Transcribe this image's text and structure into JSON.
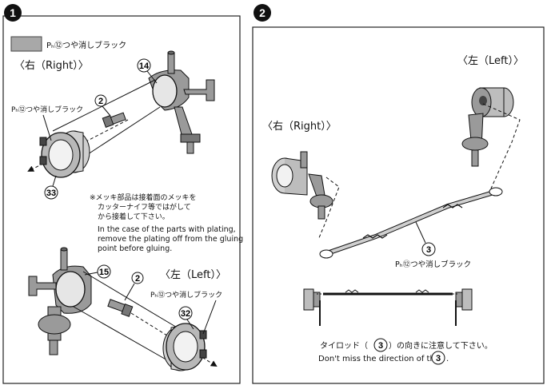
{
  "steps": [
    {
      "number": "1",
      "paint_legend": "Pₕ⑫つや消しブラック",
      "right_label": "〈右（Right）〉",
      "left_label": "〈左（Left）〉",
      "paint_note_right": "Pₕ⑫つや消しブラック",
      "paint_note_left": "Pₕ⑫つや消しブラック",
      "parts": {
        "arm_right": "14",
        "arm_left": "15",
        "bolt": "2",
        "wheel_right": "33",
        "wheel_left": "32"
      },
      "note_jp_1": "※メッキ部品は接着面のメッキを",
      "note_jp_2": "カッターナイフ等ではがして",
      "note_jp_3": "から接着して下さい。",
      "note_en_1": "In the case of the parts with plating,",
      "note_en_2": "remove the plating off from the gluing",
      "note_en_3": "point before gluing."
    },
    {
      "number": "2",
      "right_label": "〈右（Right）〉",
      "left_label": "〈左（Left）〉",
      "parts": {
        "tie_rod": "3"
      },
      "paint_note": "Pₕ⑫つや消しブラック",
      "direction_jp_a": "タイロッド（",
      "direction_jp_b": "）の向きに注意して下さい。",
      "direction_en": "Don't miss the direction of the",
      "direction_en_end": "."
    }
  ],
  "colors": {
    "paint_swatch": "#a8a8a8",
    "ink": "#111111",
    "part_gray": "#9a9a9a",
    "part_light": "#d4d4d4"
  }
}
